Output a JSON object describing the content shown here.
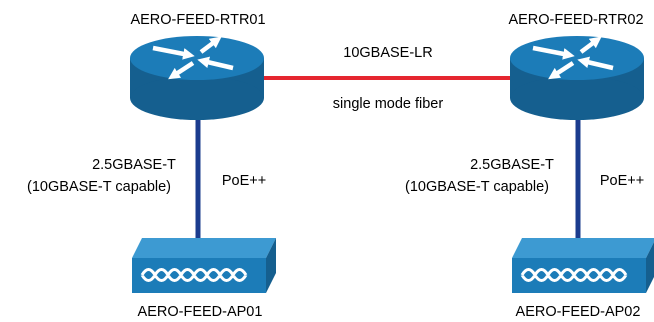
{
  "colors": {
    "device_blue": "#1c7cb8",
    "device_blue_dark": "#155f8f",
    "device_blue_light": "#3d9ad2",
    "fiber_link": "#e5262f",
    "copper_link": "#1b3c8e",
    "icon_white": "#ffffff",
    "text": "#000000"
  },
  "devices": {
    "rtr01": {
      "name": "AERO-FEED-RTR01",
      "type": "router"
    },
    "rtr02": {
      "name": "AERO-FEED-RTR02",
      "type": "router"
    },
    "ap01": {
      "name": "AERO-FEED-AP01",
      "type": "access-point"
    },
    "ap02": {
      "name": "AERO-FEED-AP02",
      "type": "access-point"
    }
  },
  "links": {
    "backbone": {
      "top_label": "10GBASE-LR",
      "bottom_label": "single mode fiber"
    },
    "left_drop": {
      "speed_line1": "2.5GBASE-T",
      "speed_line2": "(10GBASE-T capable)",
      "power": "PoE++"
    },
    "right_drop": {
      "speed_line1": "2.5GBASE-T",
      "speed_line2": "(10GBASE-T capable)",
      "power": "PoE++"
    }
  }
}
